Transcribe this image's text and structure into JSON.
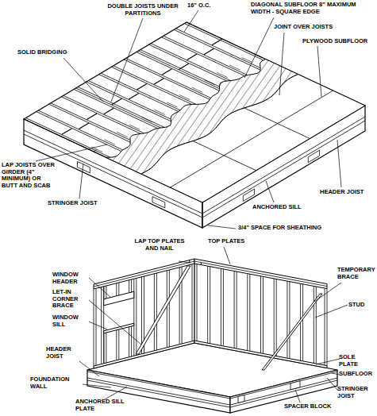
{
  "diagram": {
    "labels": [
      "DOUBLE JOISTS UNDER PARTITIONS",
      "16\" O.C.",
      "DIAGONAL SUBFLOOR 8\" MAXIMUM WIDTH - SQUARE EDGE",
      "JOINT OVER JOISTS",
      "PLYWOOD SUBFLOOR",
      "SOLID BRIDGING",
      "LAP JOISTS OVER GIRDER (4\" MINIMUM) OR BUTT AND SCAB",
      "HEADER JOIST",
      "STRINGER JOIST",
      "ANCHORED SILL",
      "3/4\" SPACE FOR SHEATHING",
      "TOP PLATES",
      "LAP TOP PLATES AND NAIL",
      "TEMPORARY BRACE",
      "WINDOW HEADER",
      "STUD",
      "LET-IN CORNER BRACE",
      "WINDOW SILL",
      "SOLE PLATE",
      "SUBFLOOR",
      "HEADER JOIST",
      "STRINGER JOIST",
      "FOUNDATION WALL",
      "SPACER BLOCK",
      "ANCHORED SILL PLATE"
    ]
  }
}
